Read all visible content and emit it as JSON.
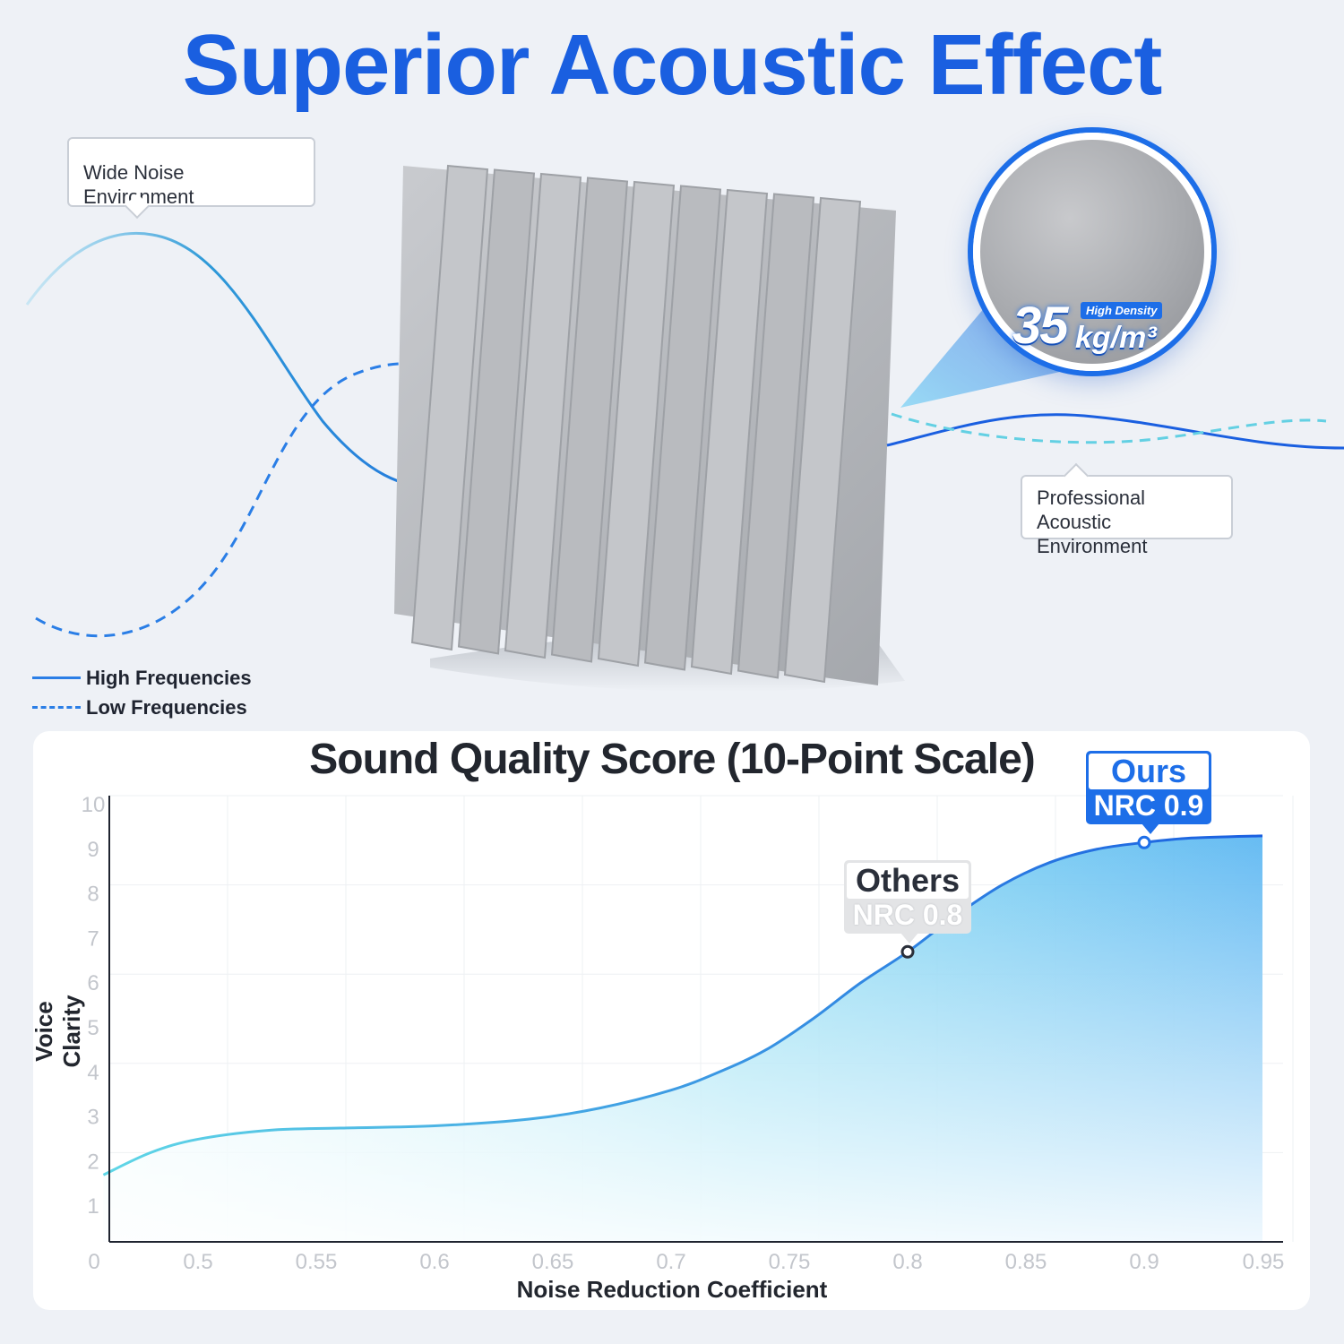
{
  "headline": "Superior Acoustic Effect",
  "callouts": {
    "noise": "Wide Noise Environment",
    "pro_line1": "Professional",
    "pro_line2": "Acoustic Environment"
  },
  "legend": {
    "high": "High Frequencies",
    "low": "Low Frequencies"
  },
  "density": {
    "tag": "High Density",
    "value": "35",
    "unit": "kg/m³"
  },
  "colors": {
    "brand_blue": "#1d6ee8",
    "curve_start": "#5fd6e6",
    "curve_end": "#1a5fe0",
    "foam_gray": "#b8babd"
  },
  "chart_data": {
    "type": "area",
    "title": "Sound Quality Score (10-Point Scale)",
    "xlabel": "Noise Reduction Coefficient",
    "ylabel": "Voice Clarity",
    "xticks": [
      "0",
      "0.5",
      "0.55",
      "0.6",
      "0.65",
      "0.7",
      "0.75",
      "0.8",
      "0.85",
      "0.9",
      "0.95"
    ],
    "yticks": [
      "1",
      "2",
      "3",
      "4",
      "5",
      "6",
      "7",
      "8",
      "9",
      "10"
    ],
    "xlim": [
      0.45,
      0.95
    ],
    "ylim": [
      0,
      10
    ],
    "grid": true,
    "series": [
      {
        "x": [
          0.46,
          0.48,
          0.5,
          0.53,
          0.56,
          0.6,
          0.64,
          0.67,
          0.7,
          0.72,
          0.74,
          0.76,
          0.78,
          0.8,
          0.82,
          0.84,
          0.86,
          0.88,
          0.9,
          0.92,
          0.95
        ],
        "y": [
          1.5,
          2.0,
          2.3,
          2.5,
          2.55,
          2.6,
          2.75,
          3.0,
          3.4,
          3.8,
          4.3,
          5.0,
          5.8,
          6.5,
          7.3,
          8.0,
          8.5,
          8.8,
          8.95,
          9.05,
          9.1
        ]
      }
    ],
    "annotations": [
      {
        "label": "Others",
        "sublabel": "NRC 0.8",
        "x": 0.8,
        "y": 6.5
      },
      {
        "label": "Ours",
        "sublabel": "NRC 0.9",
        "x": 0.9,
        "y": 8.95
      }
    ]
  }
}
